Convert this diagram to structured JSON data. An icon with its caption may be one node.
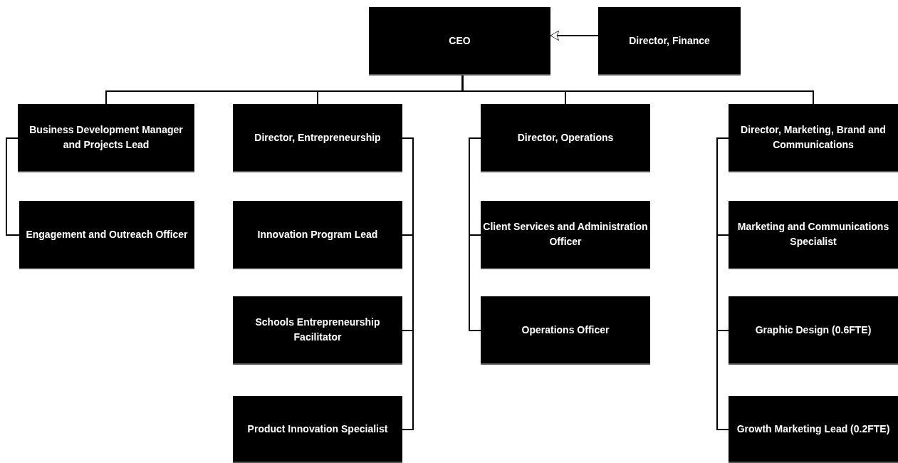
{
  "diagram": {
    "nodes": [
      {
        "text": [
          "CEO"
        ]
      },
      {
        "text": [
          "Director, Finance"
        ]
      },
      {
        "text": [
          "Business Development Manager and Projects Lead"
        ]
      },
      {
        "text": [
          "Engagement and Outreach Officer"
        ]
      },
      {
        "text": [
          "Director, Entrepreneurship"
        ]
      },
      {
        "text": [
          "Innovation Program Lead"
        ]
      },
      {
        "text": [
          "Schools Entrepreneurship Facilitator"
        ]
      },
      {
        "text": [
          "Product Innovation Specialist"
        ]
      },
      {
        "text": [
          "Director, Operations"
        ]
      },
      {
        "text": [
          "Client Services and Administration Officer"
        ]
      },
      {
        "text": [
          "Operations Officer"
        ]
      },
      {
        "text": [
          "Director, Marketing, Brand and Communications"
        ]
      },
      {
        "text": [
          "Marketing and Communications Specialist"
        ]
      },
      {
        "text": [
          "Graphic Design (0.6FTE)"
        ]
      },
      {
        "text": [
          "Growth Marketing Lead (0.2FTE)"
        ]
      }
    ],
    "edges": [
      {
        "from": 1,
        "to": 0,
        "arrow": "to"
      },
      {
        "from": 0,
        "to": 2,
        "arrow": "none"
      },
      {
        "from": 0,
        "to": 4,
        "arrow": "none"
      },
      {
        "from": 0,
        "to": 8,
        "arrow": "none"
      },
      {
        "from": 0,
        "to": 11,
        "arrow": "none"
      },
      {
        "from": 2,
        "to": 3,
        "arrow": "none"
      },
      {
        "from": 4,
        "to": 5,
        "arrow": "none"
      },
      {
        "from": 4,
        "to": 6,
        "arrow": "none"
      },
      {
        "from": 4,
        "to": 7,
        "arrow": "none"
      },
      {
        "from": 8,
        "to": 9,
        "arrow": "none"
      },
      {
        "from": 8,
        "to": 10,
        "arrow": "none"
      },
      {
        "from": 11,
        "to": 12,
        "arrow": "none"
      },
      {
        "from": 11,
        "to": 13,
        "arrow": "none"
      },
      {
        "from": 11,
        "to": 14,
        "arrow": "none"
      }
    ]
  }
}
